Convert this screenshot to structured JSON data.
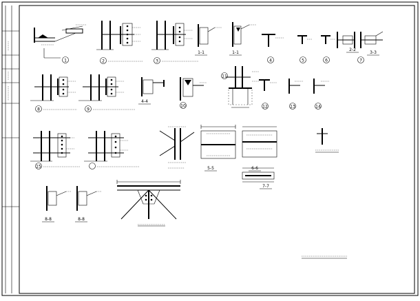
{
  "details": {
    "tag1": "1",
    "tag2": "2",
    "tag3": "3",
    "sec_1_1a": "1-1",
    "sec_1_1b": "1-1",
    "tag4": "4",
    "tag5": "5",
    "tag6": "6",
    "sec_2_2": "2-2",
    "sec_3_3": "3-3",
    "tag7": "7",
    "tag8": "8",
    "sec_4_4": "4-4",
    "tag9": "9",
    "tag10": "10",
    "tag11": "11",
    "tag12": "12",
    "tag13": "13",
    "tag14": "14",
    "tag15": "15",
    "sec_5_5": "5-5",
    "sec_6_6": "6-6",
    "sec_7_7": "7-7",
    "sec_8_8a": "8-8",
    "sec_8_8b": "8-8"
  }
}
